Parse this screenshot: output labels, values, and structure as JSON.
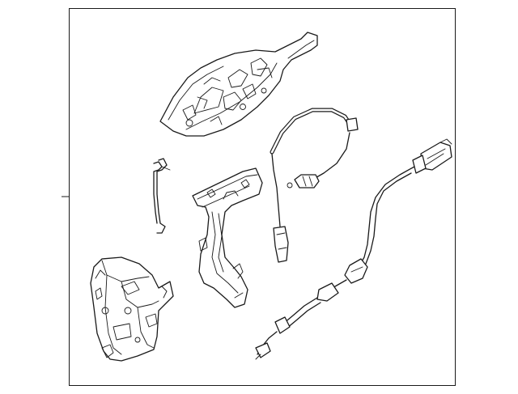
{
  "diagram": {
    "parts": [
      "outside-handle-reinforcement",
      "inside-handle-cable",
      "lock-rod",
      "handle-bracket",
      "inside-release-cable",
      "door-latch-actuator",
      "outside-release-cable"
    ]
  }
}
